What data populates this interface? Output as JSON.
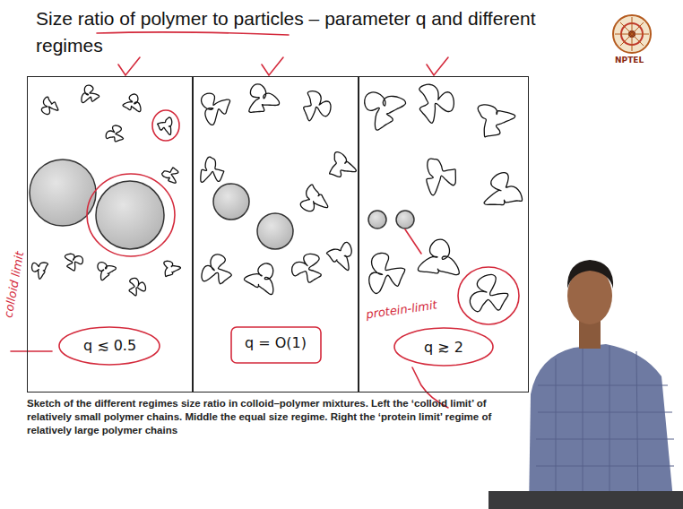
{
  "diagram": {
    "title": "Size ratio of polymer to particles – parameter q and different regimes",
    "caption": "Sketch of the different regimes size ratio in colloid–polymer mixtures. Left the ‘colloid limit’ of relatively small polymer chains. Middle the equal size regime. Right the ‘protein limit’ regime of relatively large polymer chains",
    "nodes": [
      {
        "text": [
          "q ≲ 0.5"
        ]
      },
      {
        "text": [
          "q = O(1)"
        ]
      },
      {
        "text": [
          "q ≳ 2"
        ]
      }
    ],
    "labels": [
      "colloid limit",
      "protein-limit",
      "NPTEL"
    ]
  }
}
